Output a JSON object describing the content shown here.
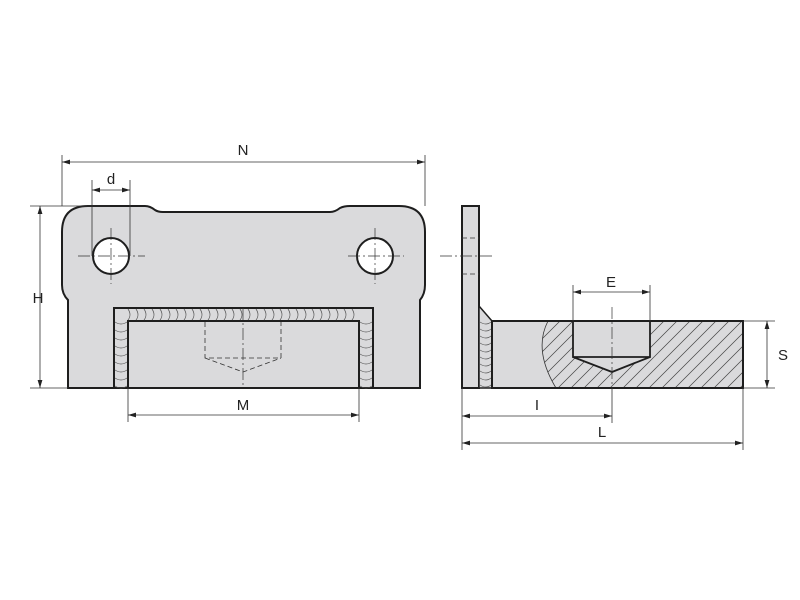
{
  "drawing": {
    "front_view": {
      "dimensions": {
        "overall_width": "N",
        "hole_diameter": "d",
        "height": "H",
        "inner_width": "M"
      }
    },
    "side_view": {
      "dimensions": {
        "counterbore_diameter": "E",
        "thickness": "S",
        "hole_position": "I",
        "overall_length": "L"
      }
    },
    "colors": {
      "part_fill": "#dadadc",
      "line": "#1e1e1e"
    }
  }
}
